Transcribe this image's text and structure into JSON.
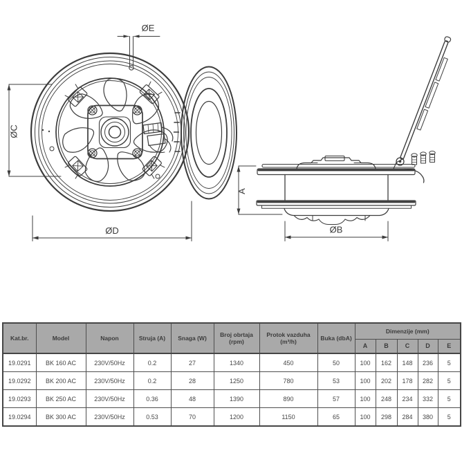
{
  "drawing": {
    "dimension_labels": {
      "hole_diameter": "ØE",
      "inner_diameter": "ØC",
      "outer_diameter": "ØD",
      "height": "A",
      "duct_diameter": "ØB"
    }
  },
  "table": {
    "headers": {
      "kat_br": "Kat.br.",
      "model": "Model",
      "napon": "Napon",
      "struja": "Struja (A)",
      "snaga": "Snaga (W)",
      "broj_obrtaja": "Broj obrtaja (rpm)",
      "protok_vazduha": "Protok vazduha (m³/h)",
      "buka": "Buka (dbA)",
      "dimenzije": "Dimenzije (mm)",
      "dim_a": "A",
      "dim_b": "B",
      "dim_c": "C",
      "dim_d": "D",
      "dim_e": "E"
    },
    "rows": [
      [
        "19.0291",
        "BK 160 AC",
        "230V/50Hz",
        "0.2",
        "27",
        "1340",
        "450",
        "50",
        "100",
        "162",
        "148",
        "236",
        "5"
      ],
      [
        "19.0292",
        "BK 200 AC",
        "230V/50Hz",
        "0.2",
        "28",
        "1250",
        "780",
        "53",
        "100",
        "202",
        "178",
        "282",
        "5"
      ],
      [
        "19.0293",
        "BK 250 AC",
        "230V/50Hz",
        "0.36",
        "48",
        "1390",
        "890",
        "57",
        "100",
        "248",
        "234",
        "332",
        "5"
      ],
      [
        "19.0294",
        "BK 300 AC",
        "230V/50Hz",
        "0.53",
        "70",
        "1200",
        "1150",
        "65",
        "100",
        "298",
        "284",
        "380",
        "5"
      ]
    ]
  },
  "colors": {
    "line": "#3c3c3c",
    "header_bg": "#a9a9a9",
    "border": "#4e4e4e",
    "text": "#3b3b3b"
  }
}
